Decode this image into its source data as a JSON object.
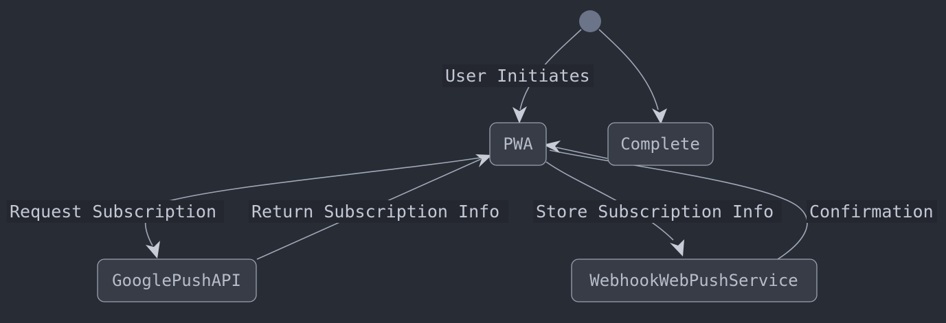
{
  "diagram": {
    "type": "state-flow-diagram",
    "background_color": "#282c34",
    "node_fill_color": "#383c47",
    "node_stroke_color": "#9aa1b1",
    "node_text_color": "#b6bcc9",
    "edge_color": "#a0a8b8",
    "arrow_color": "#c7ccd6",
    "start_node_color": "#6b7489",
    "label_bg_color": "#24272f",
    "label_text_color": "#c2c8d4",
    "start": {
      "name": "start-state"
    },
    "nodes": [
      {
        "id": "pwa",
        "label": "PWA"
      },
      {
        "id": "complete",
        "label": "Complete"
      },
      {
        "id": "googlepushapi",
        "label": "GooglePushAPI"
      },
      {
        "id": "webhookwebpushservice",
        "label": "WebhookWebPushService"
      }
    ],
    "edges": [
      {
        "id": "start-to-pwa",
        "from": "start",
        "to": "pwa",
        "label": "User Initiates"
      },
      {
        "id": "start-to-complete",
        "from": "start",
        "to": "complete",
        "label": ""
      },
      {
        "id": "pwa-to-googlepushapi",
        "from": "pwa",
        "to": "googlepushapi",
        "label": "Request Subscription"
      },
      {
        "id": "googlepushapi-to-pwa",
        "from": "googlepushapi",
        "to": "pwa",
        "label": "Return Subscription Info"
      },
      {
        "id": "pwa-to-webhookwebpushservice",
        "from": "pwa",
        "to": "webhookwebpushservice",
        "label": "Store Subscription Info"
      },
      {
        "id": "webhookwebpushservice-to-pwa",
        "from": "webhookwebpushservice",
        "to": "pwa",
        "label": "Confirmation"
      },
      {
        "id": "complete-to-pwa",
        "from": "complete",
        "to": "pwa",
        "label": ""
      }
    ],
    "labels": {
      "user_initiates": "User Initiates",
      "request_subscription": "Request Subscription",
      "return_subscription_info": "Return Subscription Info",
      "store_subscription_info": "Store Subscription Info",
      "confirmation": "Confirmation"
    }
  }
}
